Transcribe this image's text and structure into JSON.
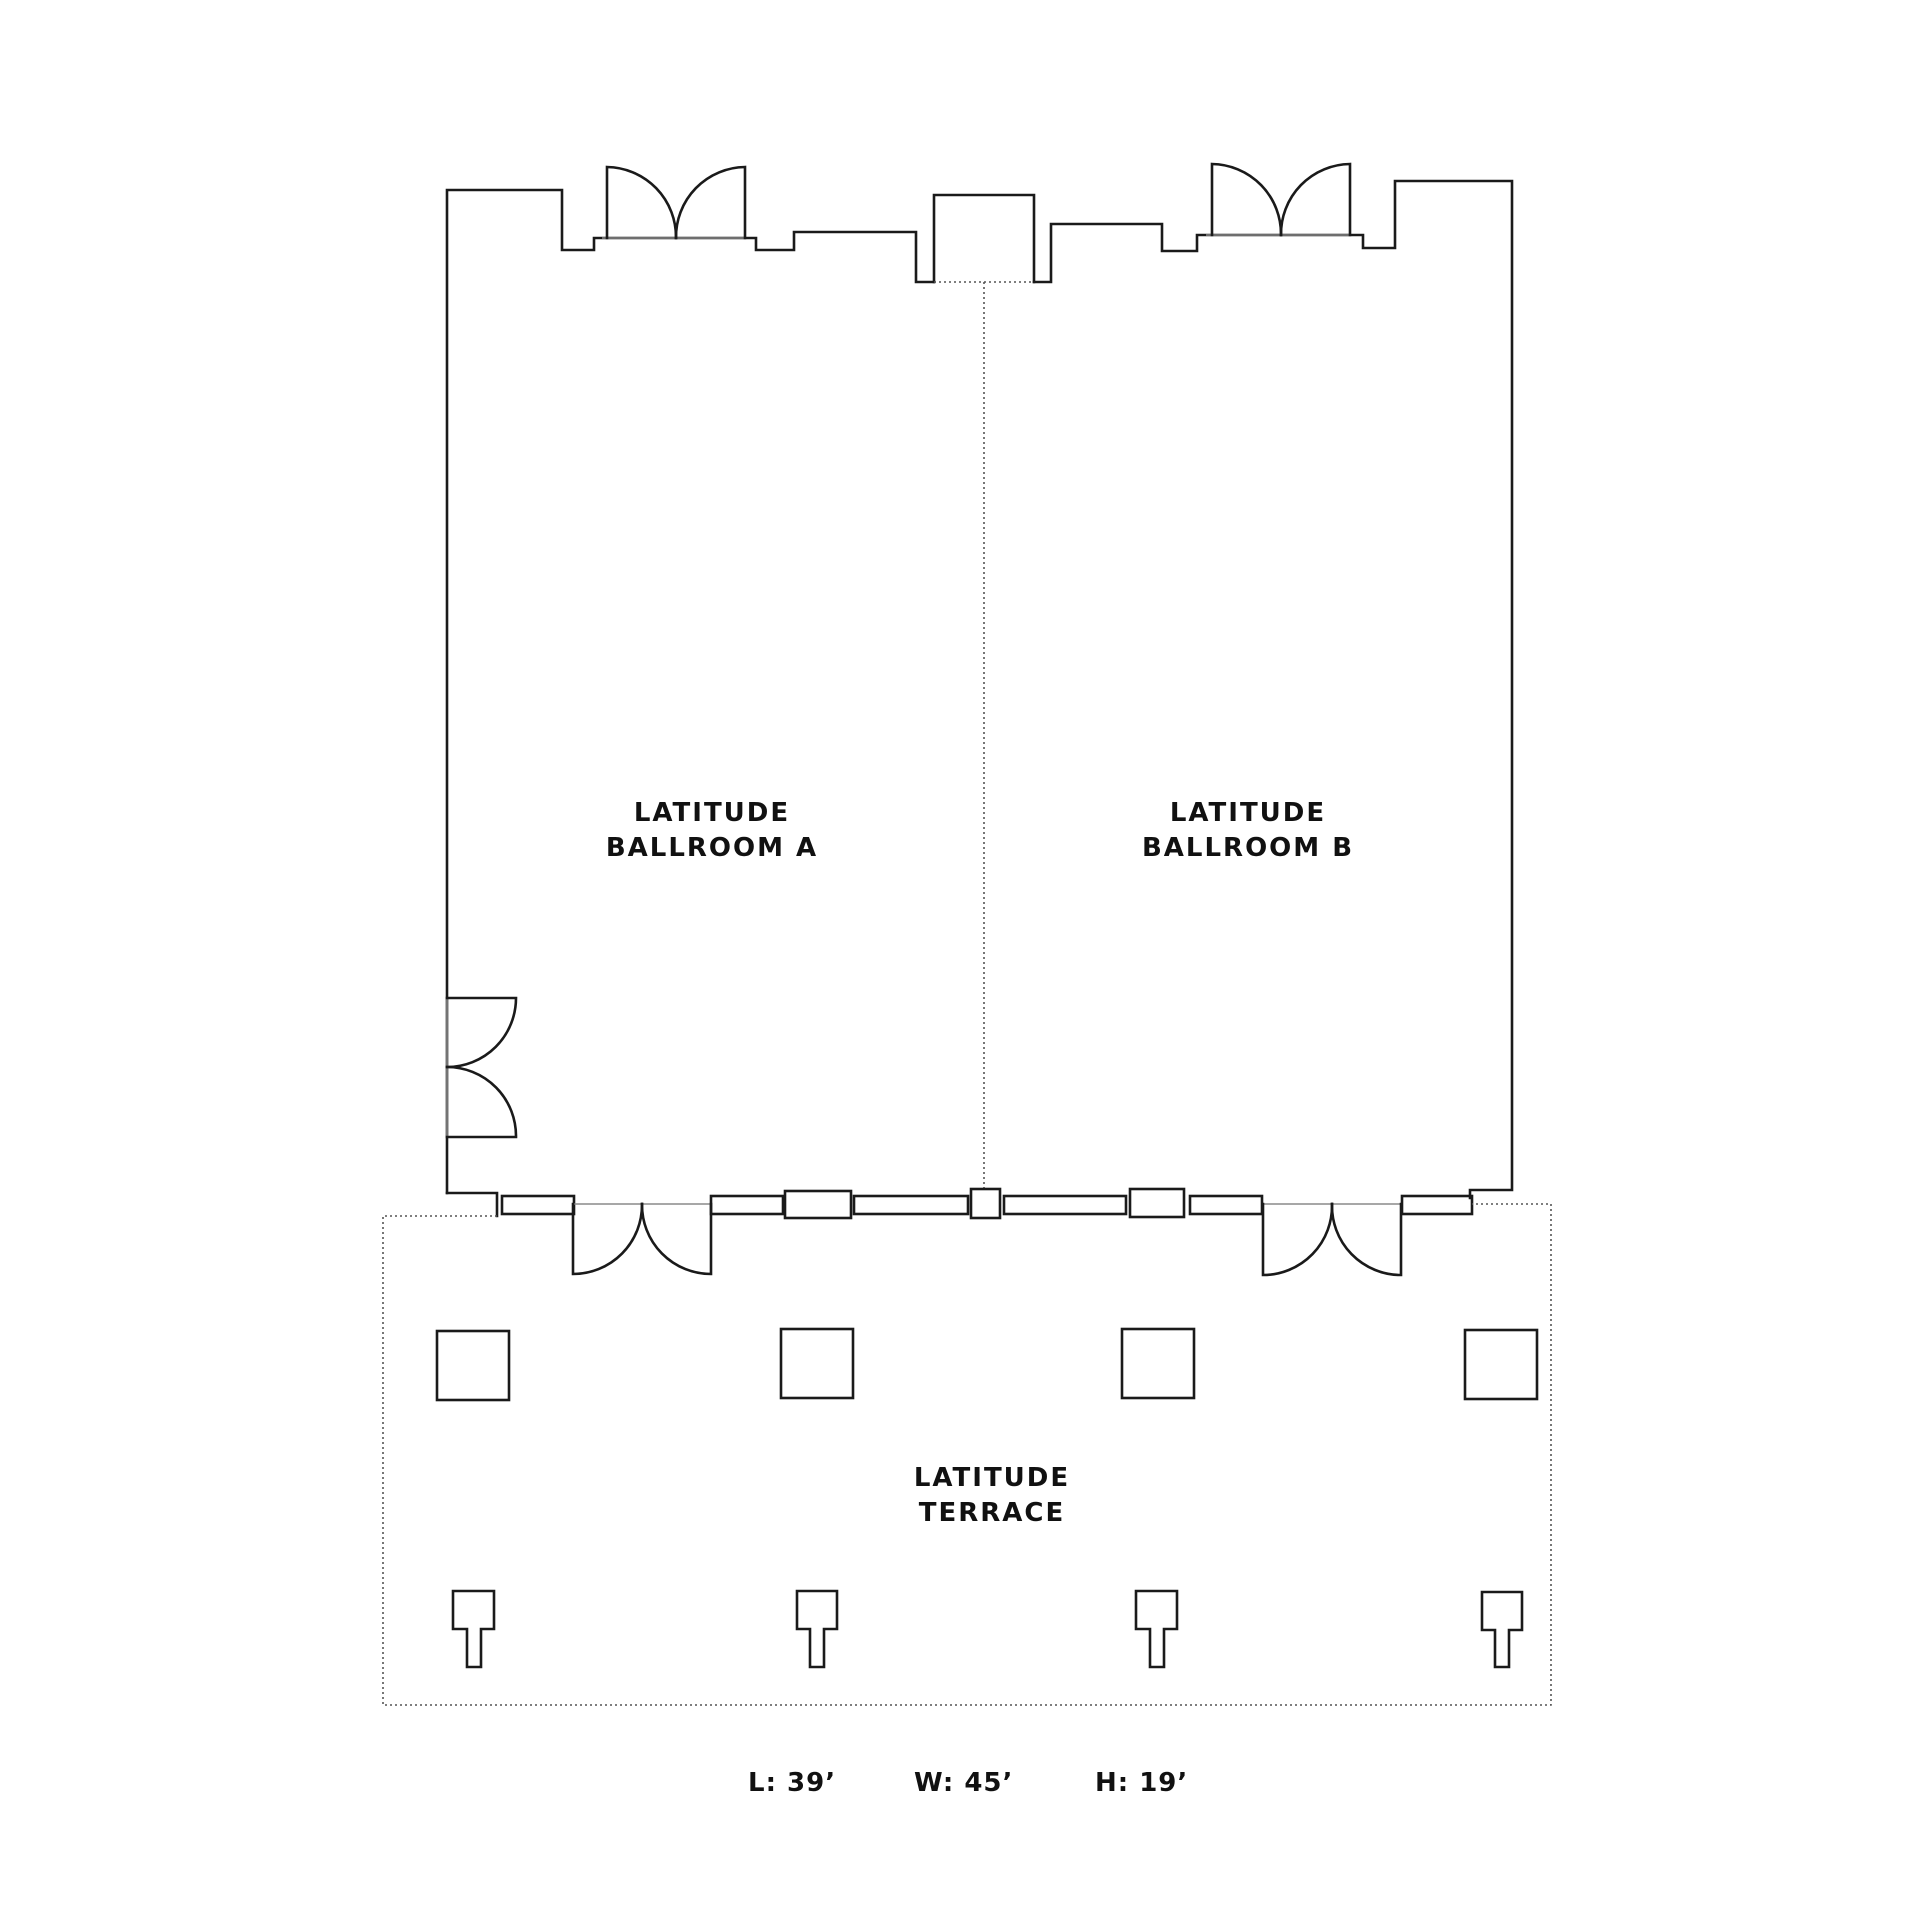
{
  "rooms": {
    "ballroom_a": {
      "line1": "LATITUDE",
      "line2": "BALLROOM A"
    },
    "ballroom_b": {
      "line1": "LATITUDE",
      "line2": "BALLROOM B"
    },
    "terrace": {
      "line1": "LATITUDE",
      "line2": "TERRACE"
    }
  },
  "dimensions": {
    "length": "L: 39’",
    "width": "W: 45’",
    "height": "H: 19’"
  },
  "colors": {
    "line": "#1a1a1a",
    "background": "#ffffff"
  }
}
